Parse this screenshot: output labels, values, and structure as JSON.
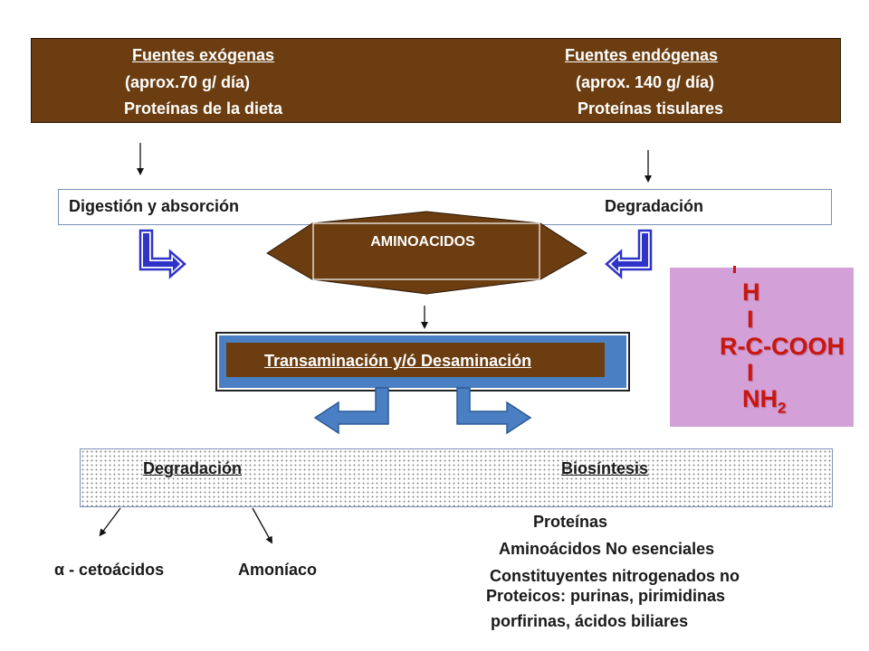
{
  "sources": {
    "exogenous": {
      "heading": "Fuentes exógenas",
      "amount": "(aprox.70 g/ día)",
      "label": "Proteínas de la dieta"
    },
    "endogenous": {
      "heading": "Fuentes endógenas",
      "amount": "(aprox. 140 g/ día)",
      "label": "Proteínas tisulares"
    }
  },
  "processes": {
    "left": "Digestión y absorción",
    "right": "Degradación"
  },
  "pool": {
    "label": "AMINOACIDOS"
  },
  "transformation": {
    "label": "Transaminación y/ó Desaminación"
  },
  "fates": {
    "left_heading": "Degradación",
    "right_heading": "Biosíntesis"
  },
  "degradation_products": {
    "product_1": "α - cetoácidos",
    "product_2": "Amoníaco"
  },
  "biosynthesis_products": {
    "line_1": "Proteínas",
    "line_2": "Aminoácidos No esenciales",
    "line_3": "Constituyentes nitrogenados no",
    "line_4": "Proteicos: purinas, pirimidinas",
    "line_5": "porfirinas,  ácidos biliares"
  },
  "formula": {
    "h": "H",
    "bond_top": "I",
    "chain": "R-C-COOH",
    "bond_bottom": "I",
    "amine": "NH",
    "amine_sub": "2"
  },
  "colors": {
    "brown": "#6b3d10",
    "blue_arrow": "#2f33c8",
    "steel_blue": "#4a7fc4",
    "formula_bg": "#d3a1d8",
    "formula_text": "#c9160f"
  }
}
